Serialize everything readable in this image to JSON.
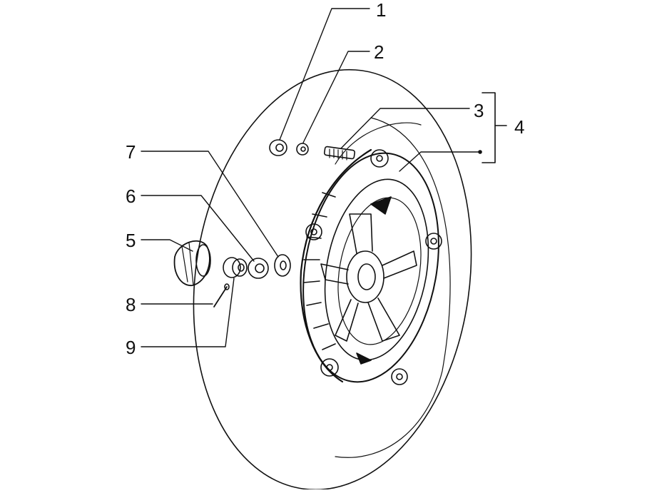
{
  "diagram": {
    "type": "exploded-parts-diagram",
    "subject": "wheel",
    "line_color": "#111111",
    "background": "#ffffff",
    "callouts": [
      {
        "id": "1",
        "label": "1"
      },
      {
        "id": "2",
        "label": "2"
      },
      {
        "id": "3",
        "label": "3"
      },
      {
        "id": "4",
        "label": "4"
      },
      {
        "id": "5",
        "label": "5"
      },
      {
        "id": "6",
        "label": "6"
      },
      {
        "id": "7",
        "label": "7"
      },
      {
        "id": "8",
        "label": "8"
      },
      {
        "id": "9",
        "label": "9"
      }
    ]
  }
}
